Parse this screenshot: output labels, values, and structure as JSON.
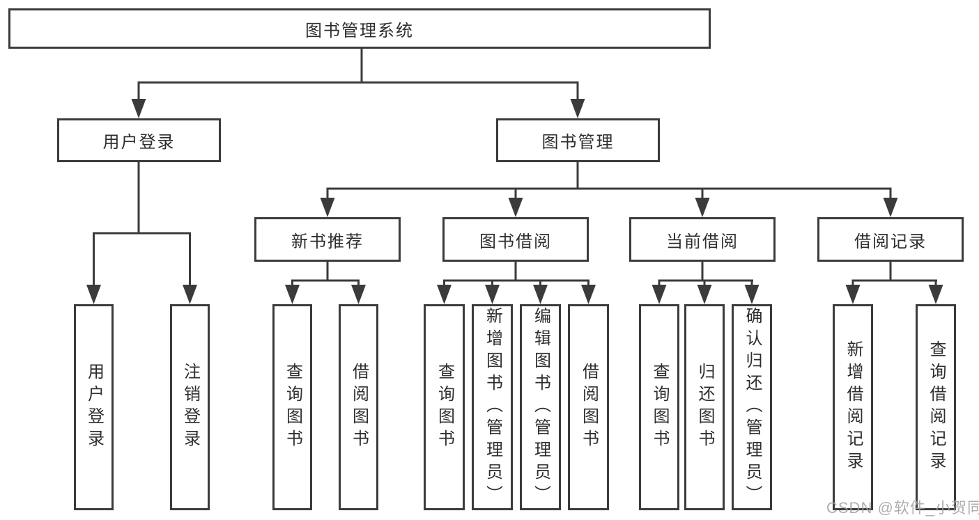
{
  "diagram": {
    "root": "图书管理系统",
    "level2": [
      "用户登录",
      "图书管理"
    ],
    "level3": [
      "新书推荐",
      "图书借阅",
      "当前借阅",
      "借阅记录"
    ],
    "leaves": {
      "user_login": [
        "用户登录",
        "注销登录"
      ],
      "new_book_recommend": [
        "查询图书",
        "借阅图书"
      ],
      "book_borrow": [
        "查询图书",
        "新增图书（管理员）",
        "编辑图书（管理员）",
        "借阅图书"
      ],
      "current_borrow": [
        "查询图书",
        "归还图书",
        "确认归还（管理员）"
      ],
      "borrow_records": [
        "新增借阅记录",
        "查询借阅记录"
      ]
    }
  },
  "watermark": "CSDN @软件_小贺同学",
  "colors": {
    "line": "#3b3b3b",
    "text": "#2e2e2e",
    "background": "#ffffff",
    "watermark": "#a8a8a8"
  }
}
